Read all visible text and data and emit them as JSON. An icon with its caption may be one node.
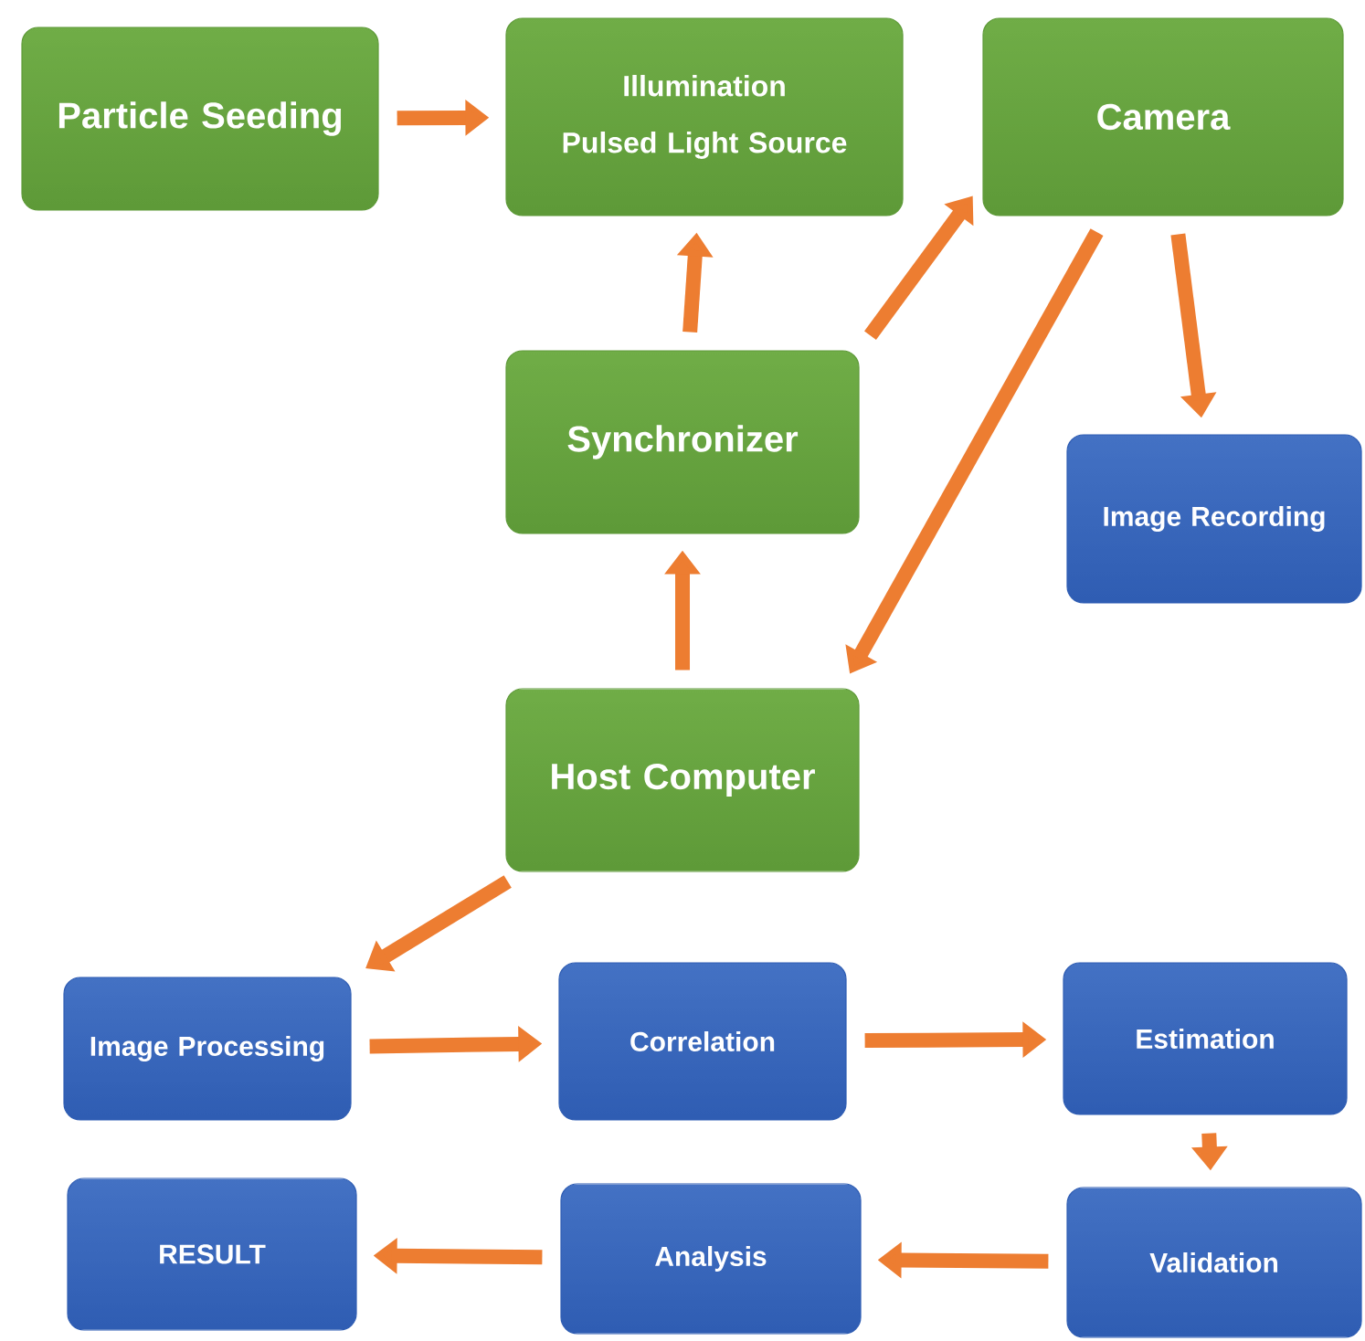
{
  "diagram": {
    "nodes": [
      {
        "text": [
          "Particle Seeding"
        ]
      },
      {
        "text": [
          "Illumination",
          "Pulsed Light Source"
        ]
      },
      {
        "text": [
          "Camera"
        ]
      },
      {
        "text": [
          "Synchronizer"
        ]
      },
      {
        "text": [
          "Image Recording"
        ]
      },
      {
        "text": [
          "Host Computer"
        ]
      },
      {
        "text": [
          "Image Processing"
        ]
      },
      {
        "text": [
          "Correlation"
        ]
      },
      {
        "text": [
          "Estimation"
        ]
      },
      {
        "text": [
          "RESULT"
        ]
      },
      {
        "text": [
          "Analysis"
        ]
      },
      {
        "text": [
          "Validation"
        ]
      }
    ],
    "edges": [
      {
        "from": 0,
        "to": 1,
        "arrow": "to"
      },
      {
        "from": 3,
        "to": 1,
        "arrow": "to"
      },
      {
        "from": 3,
        "to": 2,
        "arrow": "to"
      },
      {
        "from": 2,
        "to": 5,
        "arrow": "to"
      },
      {
        "from": 2,
        "to": 4,
        "arrow": "to"
      },
      {
        "from": 5,
        "to": 3,
        "arrow": "to"
      },
      {
        "from": 5,
        "to": 6,
        "arrow": "to"
      },
      {
        "from": 6,
        "to": 7,
        "arrow": "to"
      },
      {
        "from": 7,
        "to": 8,
        "arrow": "to"
      },
      {
        "from": 8,
        "to": 11,
        "arrow": "to"
      },
      {
        "from": 11,
        "to": 10,
        "arrow": "to"
      },
      {
        "from": 10,
        "to": 9,
        "arrow": "to"
      }
    ]
  }
}
